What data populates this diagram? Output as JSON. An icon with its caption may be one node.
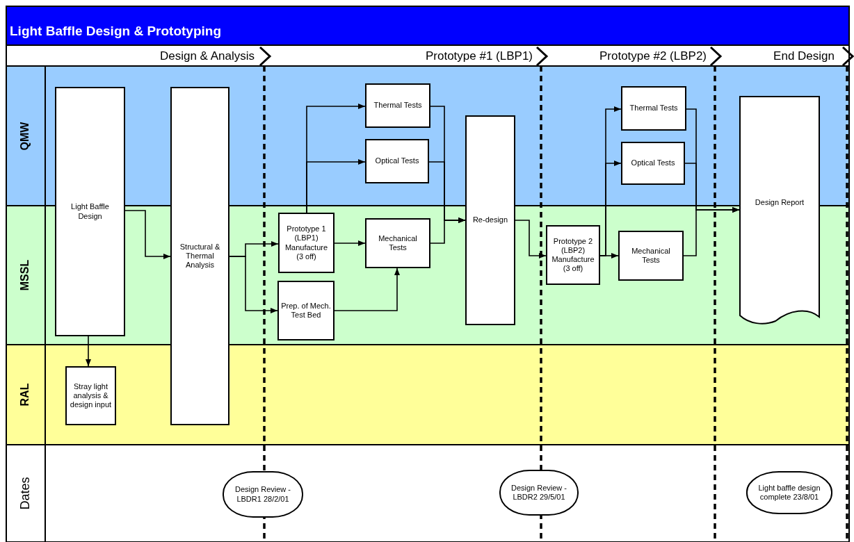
{
  "diagram": {
    "title": "Light Baffle Design & Prototyping",
    "nodes": [
      {
        "text": [
          "QMW"
        ]
      },
      {
        "text": [
          "Thermal Tests"
        ],
        "in": 0
      },
      {
        "text": [
          "Optical Tests"
        ],
        "in": 0
      },
      {
        "text": [
          "Thermal Tests"
        ],
        "in": 0
      },
      {
        "text": [
          "Optical Tests"
        ],
        "in": 0
      },
      {
        "text": [
          "MSSL"
        ]
      },
      {
        "text": [
          "Prototype 1 (LBP1) Manufacture (3 off)"
        ],
        "in": 5
      },
      {
        "text": [
          "Mechanical Tests"
        ],
        "in": 5
      },
      {
        "text": [
          "Prep. of Mech. Test Bed"
        ],
        "in": 5
      },
      {
        "text": [
          "Prototype 2 (LBP2) Manufacture (3 off)"
        ],
        "in": 5
      },
      {
        "text": [
          "Mechanical Tests"
        ],
        "in": 5
      },
      {
        "text": [
          "RAL"
        ]
      },
      {
        "text": [
          "Stray light analysis & design input"
        ],
        "in": 11
      },
      {
        "text": [
          "Dates"
        ]
      },
      {
        "text": [
          "Design Review - LBDR1 28/2/01"
        ],
        "in": 13
      },
      {
        "text": [
          "Design Review - LBDR2 29/5/01"
        ],
        "in": 13
      },
      {
        "text": [
          "Light baffle design complete 23/8/01"
        ],
        "in": 13
      },
      {
        "text": [
          "Light Baffle Design"
        ]
      },
      {
        "text": [
          "Structural & Thermal Analysis"
        ]
      },
      {
        "text": [
          "Re-design"
        ]
      },
      {
        "text": [
          "Design Report"
        ]
      }
    ],
    "edges": [
      {
        "from": 17,
        "to": 18,
        "arrow": "to"
      },
      {
        "from": 17,
        "to": 12,
        "arrow": "to"
      },
      {
        "from": 18,
        "to": 6,
        "arrow": "to"
      },
      {
        "from": 18,
        "to": 8,
        "arrow": "to"
      },
      {
        "from": 6,
        "to": 1,
        "arrow": "to"
      },
      {
        "from": 6,
        "to": 2,
        "arrow": "to"
      },
      {
        "from": 6,
        "to": 7,
        "arrow": "to"
      },
      {
        "from": 8,
        "to": 7,
        "arrow": "to"
      },
      {
        "from": 1,
        "to": 19,
        "arrow": "to"
      },
      {
        "from": 2,
        "to": 19,
        "arrow": "to"
      },
      {
        "from": 7,
        "to": 19,
        "arrow": "to"
      },
      {
        "from": 19,
        "to": 9,
        "arrow": "to"
      },
      {
        "from": 9,
        "to": 3,
        "arrow": "to"
      },
      {
        "from": 9,
        "to": 4,
        "arrow": "to"
      },
      {
        "from": 9,
        "to": 10,
        "arrow": "to"
      },
      {
        "from": 3,
        "to": 20,
        "arrow": "to"
      },
      {
        "from": 4,
        "to": 20,
        "arrow": "to"
      },
      {
        "from": 10,
        "to": 20,
        "arrow": "to"
      }
    ],
    "labels": [
      "Design & Analysis",
      "Prototype #1 (LBP1)",
      "Prototype #2 (LBP2)",
      "End Design"
    ]
  }
}
